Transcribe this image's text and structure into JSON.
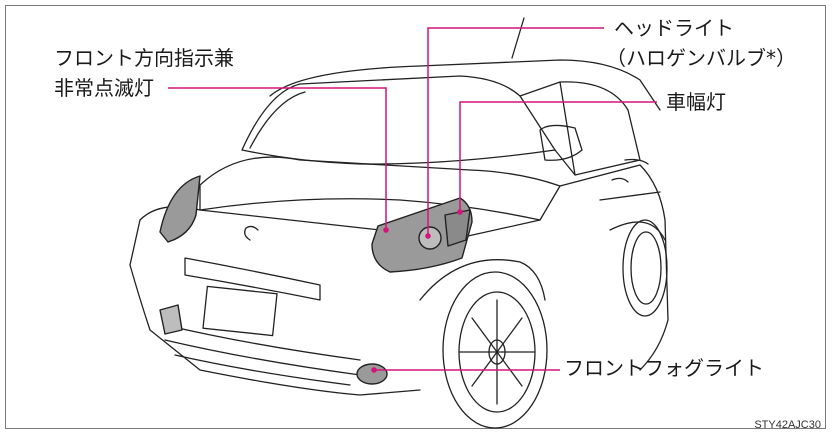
{
  "callouts": {
    "front_turn_line1": "フロント方向指示兼",
    "front_turn_line2": "非常点滅灯",
    "headlight_line1": "ヘッドライト",
    "headlight_line2": "（ハロゲンバルブ*）",
    "parking_light": "車幅灯",
    "fog_light": "フロントフォグライト"
  },
  "figure_code": "STY42AJC30",
  "colors": {
    "leader_line": "#d4147a",
    "outline": "#222222",
    "lamp_fill": "#9a9a9a",
    "frame": "#7a7a7a"
  }
}
